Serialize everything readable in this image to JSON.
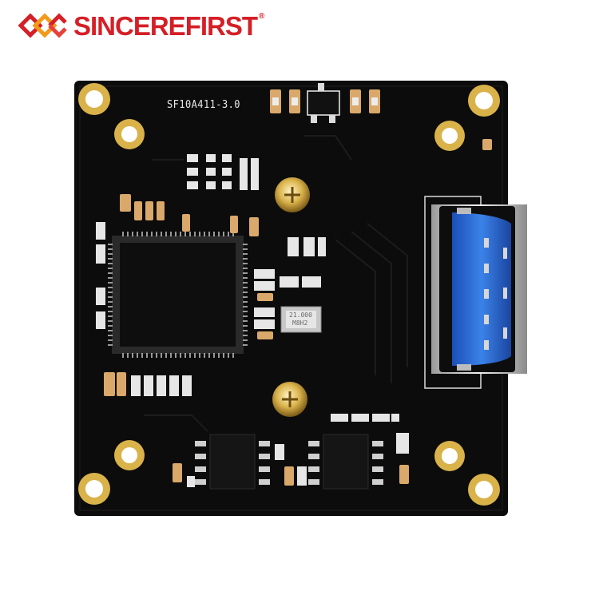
{
  "brand": {
    "name": "SINCEREFIRST",
    "registered_mark": "®",
    "color": "#d51f26"
  },
  "board": {
    "silkscreen_label": "SF10A411-3.0",
    "usb_port_color": "#2f6fd6",
    "pcb_color": "#0c0c0c",
    "pad_color": "#d9b24a",
    "oscillator_marking": "21.000",
    "crystal_marking": "M8H2"
  }
}
